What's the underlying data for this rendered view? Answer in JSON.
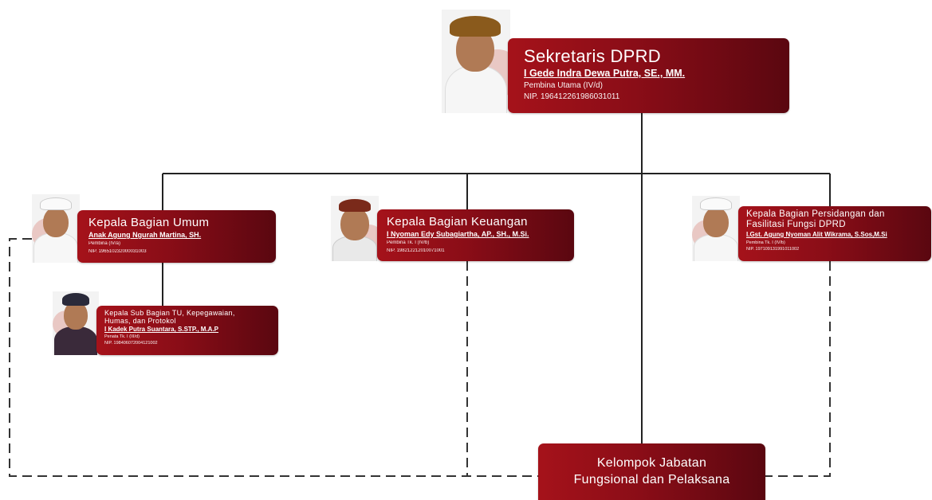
{
  "colors": {
    "box_start": "#a5121a",
    "box_end": "#5a0710",
    "line": "#222222",
    "text": "#ffffff"
  },
  "sekretaris": {
    "title": "Sekretaris DPRD",
    "name": "I Gede Indra Dewa Putra, SE., MM.",
    "rank": "Pembina Utama (IV/d)",
    "nip": "NIP. 196412261986031011"
  },
  "umum": {
    "title": "Kepala Bagian Umum",
    "name": "Anak Agung Ngurah Martina, SH.",
    "rank": "Pembina (IV/a)",
    "nip": "NIP. 196510232000031003"
  },
  "keuangan": {
    "title": "Kepala Bagian Keuangan",
    "name": "I Nyoman Edy Subagiartha, AP., SH., M.Si.",
    "rank": "Pembina Tk. I (IV/b)",
    "nip": "NIP. 198212212010071001"
  },
  "persidangan": {
    "title_line1": "Kepala Bagian Persidangan dan",
    "title_line2": "Fasilitasi Fungsi DPRD",
    "name": "I.Gst. Agung Nyoman Alit Wikrama, S.Sos,M.Si",
    "rank": "Pembina Tk. I (IV/b)",
    "nip": "NIP. 197109131991011002"
  },
  "subbagian": {
    "title_line1": "Kepala Sub Bagian TU, Kepegawaian,",
    "title_line2": "Humas, dan Protokol",
    "name": "I Kadek Putra Suantara, S.STP., M.A.P",
    "rank": "Penata Tk. I (III/d)",
    "nip": "NIP. 198406072004121002"
  },
  "fungsional": {
    "line1": "Kelompok Jabatan",
    "line2": "Fungsional dan Pelaksana"
  }
}
